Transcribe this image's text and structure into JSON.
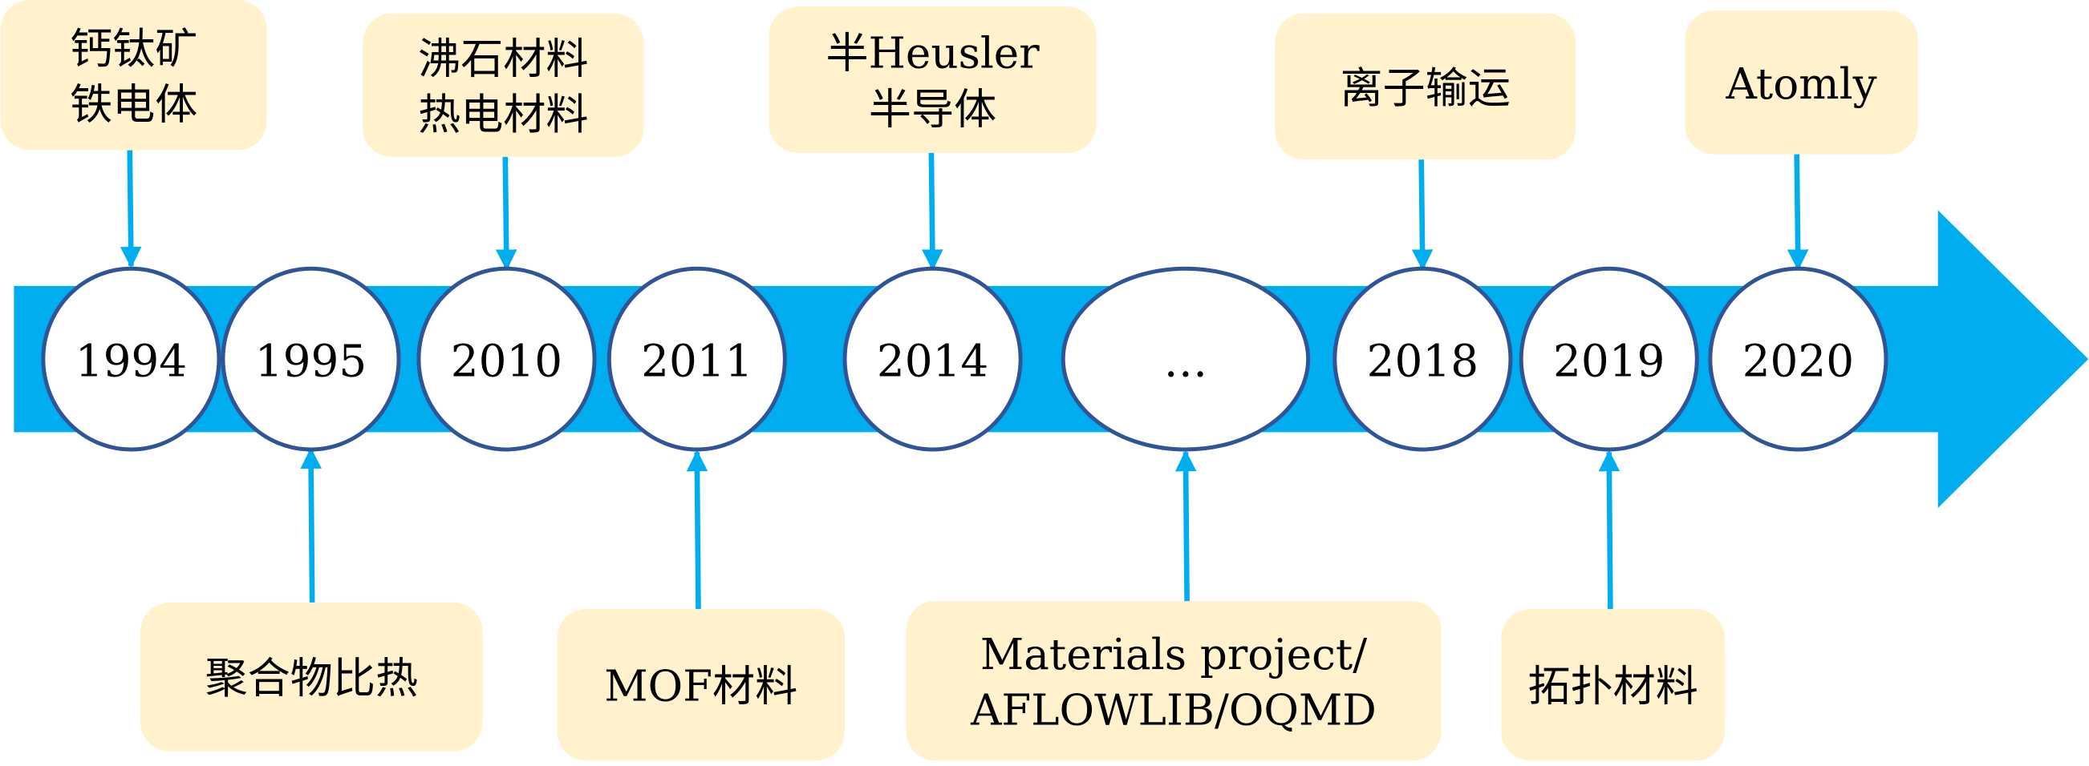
{
  "colors": {
    "bar": "#00AEEF",
    "arrow": "#00AEEF",
    "circle_stroke": "#2F5597",
    "box_fill": "#FFF2CC"
  },
  "events": [
    {
      "year": "1994",
      "side": "top",
      "label": [
        "钙钛矿",
        "铁电体"
      ]
    },
    {
      "year": "1995",
      "side": "bottom",
      "label": [
        "聚合物比热"
      ]
    },
    {
      "year": "2010",
      "side": "top",
      "label": [
        "沸石材料",
        "热电材料"
      ]
    },
    {
      "year": "2011",
      "side": "bottom",
      "label": [
        "MOF材料"
      ]
    },
    {
      "year": "2014",
      "side": "top",
      "label": [
        "半Heusler",
        "半导体"
      ]
    },
    {
      "year": "…",
      "side": "bottom",
      "label": [
        "Materials project/",
        "AFLOWLIB/OQMD"
      ]
    },
    {
      "year": "2018",
      "side": "top",
      "label": [
        "离子输运"
      ]
    },
    {
      "year": "2019",
      "side": "bottom",
      "label": [
        "拓扑材料"
      ]
    },
    {
      "year": "2020",
      "side": "top",
      "label": [
        "Atomly"
      ]
    }
  ]
}
